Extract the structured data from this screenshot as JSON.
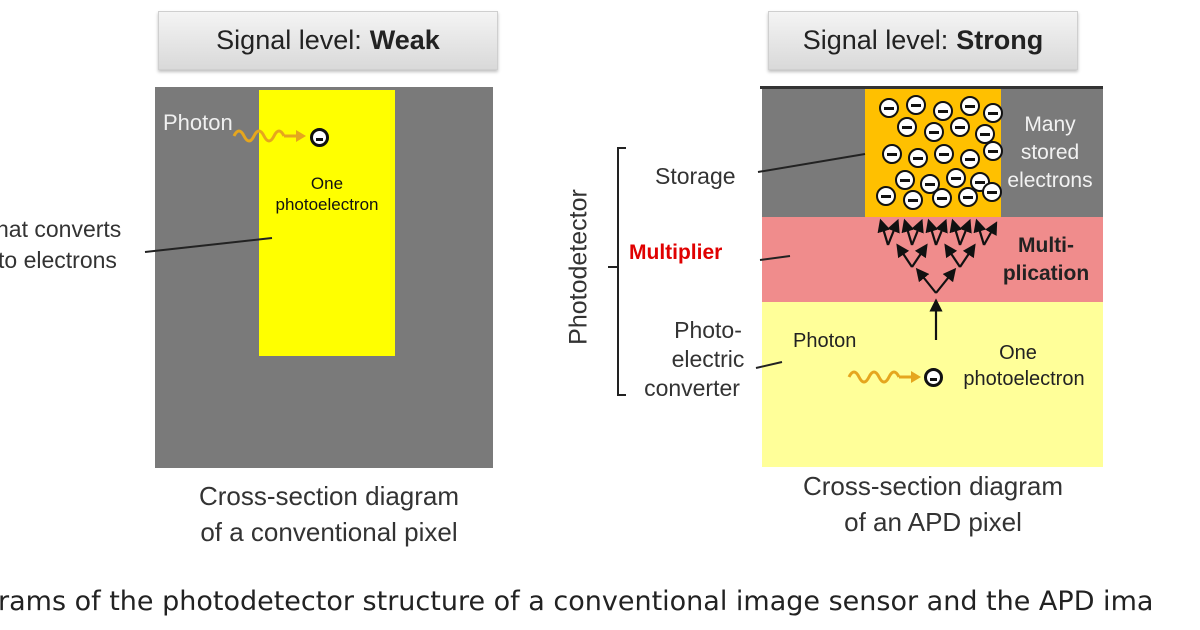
{
  "left": {
    "signal_prefix": "Signal level:",
    "signal_value": "Weak",
    "photon": "Photon",
    "one": "One",
    "photoelectron": "photoelectron",
    "side_line1": "hat converts",
    "side_line2": "to electrons",
    "caption_line1": "Cross-section diagram",
    "caption_line2": "of a conventional pixel"
  },
  "right": {
    "signal_prefix": "Signal level:",
    "signal_value": "Strong",
    "photodetector": "Photodetector",
    "storage": "Storage",
    "multiplier": "Multiplier",
    "photo_conv_line1": "Photo-",
    "photo_conv_line2": "electric",
    "photo_conv_line3": "converter",
    "photon": "Photon",
    "one": "One",
    "photoelectron": "photoelectron",
    "many_line1": "Many",
    "many_line2": "stored",
    "many_line3": "electrons",
    "multi_line1": "Multi-",
    "multi_line2": "plication",
    "caption_line1": "Cross-section diagram",
    "caption_line2": "of an APD pixel"
  },
  "footer": "rams of the photodetector structure of a conventional image sensor and the APD ima",
  "colors": {
    "gray": "#7a7a7a",
    "yellow": "#ffff00",
    "orange": "#ffc000",
    "pink": "#f08c8c",
    "pale_yellow": "#ffff99",
    "multiplier_label": "#e00000",
    "photon_wave": "#e5a61e"
  }
}
